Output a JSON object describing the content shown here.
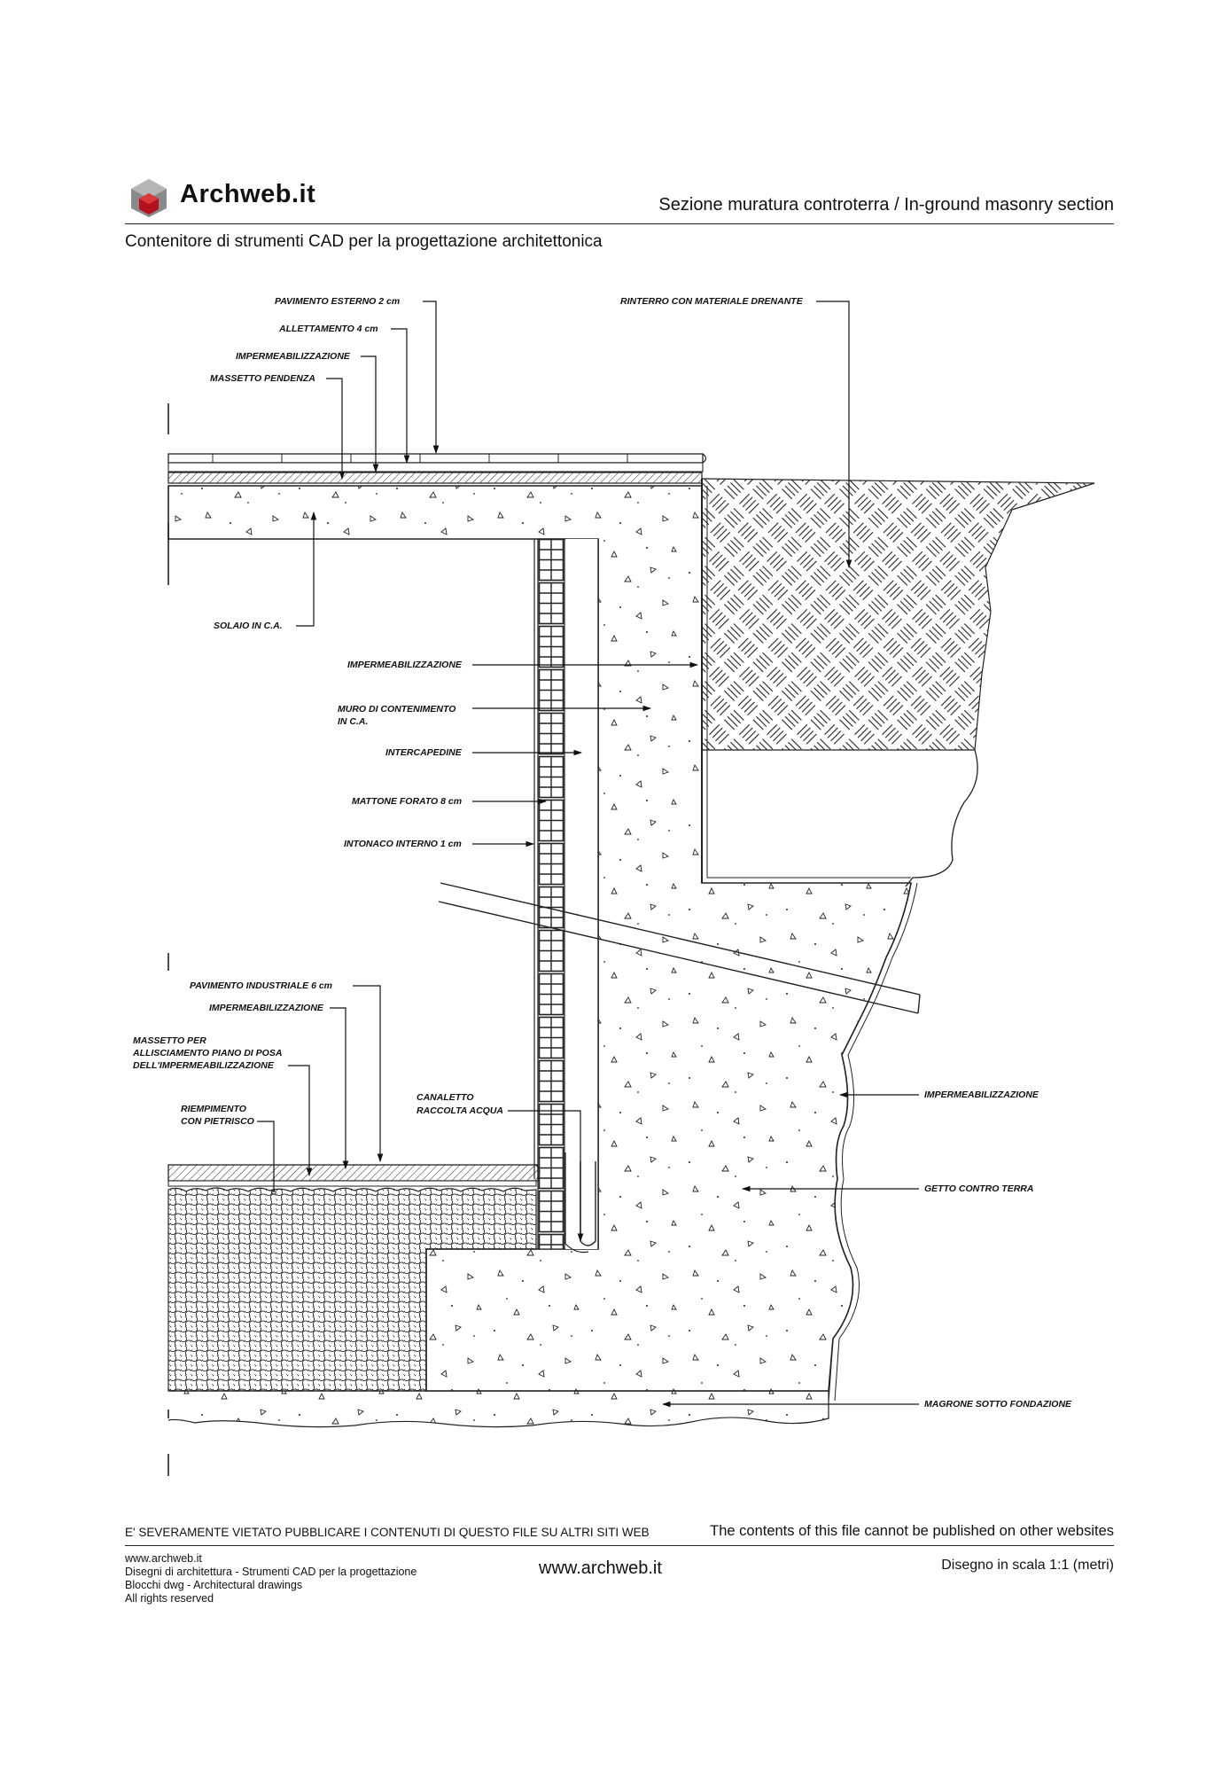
{
  "header": {
    "brand": "Archweb.it",
    "title": "Sezione muratura controterra  /  In-ground masonry section",
    "subtitle": "Contenitore di strumenti CAD per la progettazione architettonica"
  },
  "labels": {
    "pavimento_esterno": "PAVIMENTO ESTERNO 2 cm",
    "allettamento": "ALLETTAMENTO 4 cm",
    "impermeabilizzazione_top": "IMPERMEABILIZZAZIONE",
    "massetto_pendenza": "MASSETTO PENDENZA",
    "rinterro": "RINTERRO CON MATERIALE DRENANTE",
    "solaio": "SOLAIO IN C.A.",
    "impermeabilizzazione_wall": "IMPERMEABILIZZAZIONE",
    "muro_line1": "MURO DI CONTENIMENTO",
    "muro_line2": "IN C.A.",
    "intercapedine": "INTERCAPEDINE",
    "mattone": "MATTONE FORATO 8 cm",
    "intonaco": "INTONACO INTERNO 1 cm",
    "pavimento_industriale": "PAVIMENTO INDUSTRIALE 6 cm",
    "impermeabilizzazione_floor": "IMPERMEABILIZZAZIONE",
    "massetto_line1": "MASSETTO PER",
    "massetto_line2": "ALLISCIAMENTO PIANO DI POSA",
    "massetto_line3": "DELL'IMPERMEABILIZZAZIONE",
    "riempimento_line1": "RIEMPIMENTO",
    "riempimento_line2": "CON PIETRISCO",
    "canaletto_line1": "CANALETTO",
    "canaletto_line2": "RACCOLTA ACQUA",
    "impermeabilizzazione_right": "IMPERMEABILIZZAZIONE",
    "getto": "GETTO CONTRO TERRA",
    "magrone": "MAGRONE SOTTO FONDAZIONE"
  },
  "footer": {
    "warning_it": "E' SEVERAMENTE VIETATO PUBBLICARE I CONTENUTI DI QUESTO FILE SU ALTRI SITI WEB",
    "warning_en": "The contents of this file cannot be published on other websites",
    "left_lines": [
      "www.archweb.it",
      "Disegni di architettura - Strumenti CAD  per la progettazione",
      "Blocchi dwg - Architectural drawings",
      "All rights reserved"
    ],
    "center": "www.archweb.it",
    "right": "Disegno in scala 1:1 (metri)"
  },
  "colors": {
    "logo_red": "#b3121c",
    "logo_grey": "#8a8a8a",
    "ink": "#111111"
  }
}
